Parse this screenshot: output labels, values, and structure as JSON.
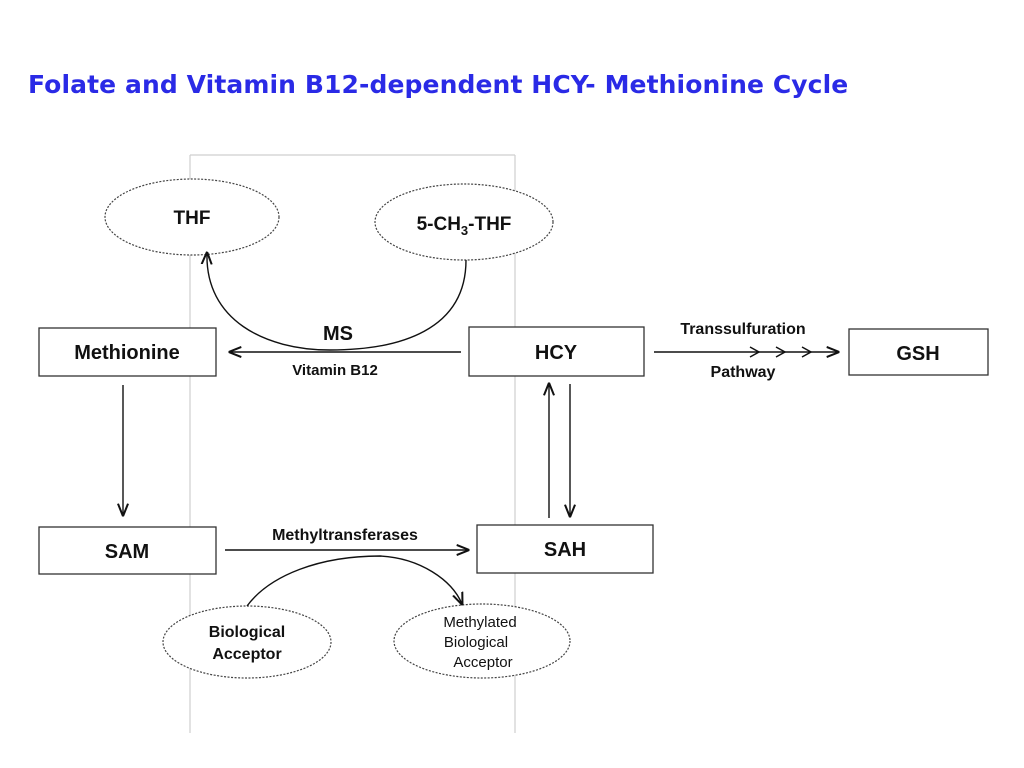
{
  "title": "Folate and Vitamin B12-dependent HCY- Methionine Cycle",
  "nodes": {
    "thf": "THF",
    "methyl_thf_prefix": "5-CH",
    "methyl_thf_sub": "3",
    "methyl_thf_suffix": "-THF",
    "methionine": "Methionine",
    "hcy": "HCY",
    "gsh": "GSH",
    "sam": "SAM",
    "sah": "SAH",
    "bio_acceptor_line1": "Biological",
    "bio_acceptor_line2": "Acceptor",
    "methylated_line1": "Methylated",
    "methylated_line2": "Biological",
    "methylated_line3": "Acceptor"
  },
  "edge_labels": {
    "ms": "MS",
    "vitamin_b12": "Vitamin B12",
    "transsulfuration": "Transsulfuration",
    "pathway": "Pathway",
    "methyltransferases": "Methyltransferases"
  }
}
